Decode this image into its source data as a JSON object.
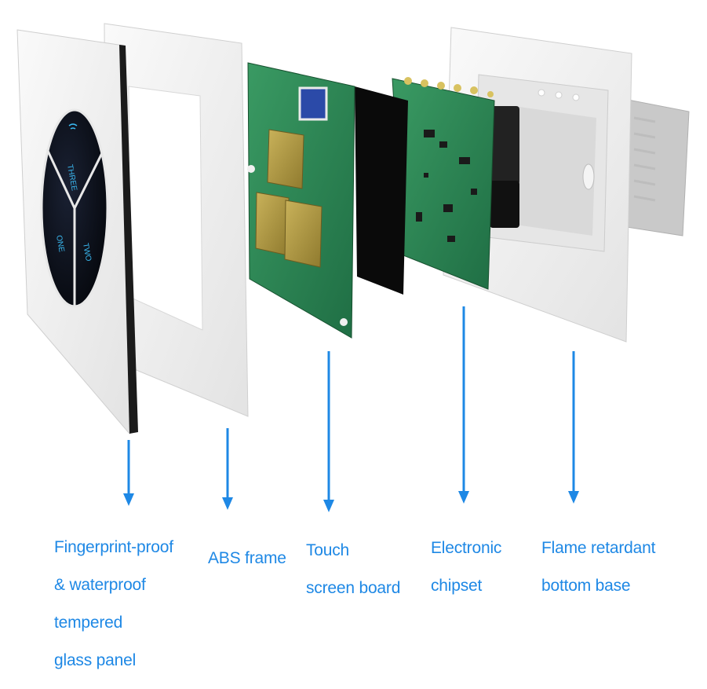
{
  "components": [
    {
      "id": "glass",
      "lines": [
        "Fingerprint-proof",
        "& waterproof",
        "tempered",
        "glass panel"
      ]
    },
    {
      "id": "abs",
      "lines": [
        "ABS frame"
      ]
    },
    {
      "id": "touch",
      "lines": [
        "Touch",
        "screen board"
      ]
    },
    {
      "id": "chip",
      "lines": [
        "Electronic",
        "chipset"
      ]
    },
    {
      "id": "base",
      "lines": [
        "Flame retardant",
        "bottom base"
      ]
    }
  ],
  "colors": {
    "label": "#1e88e5",
    "arrow": "#1e88e5",
    "pcb": "#2e8b57",
    "glass_face": "#0b0f1a"
  },
  "icons": [
    "wifi-icon"
  ]
}
